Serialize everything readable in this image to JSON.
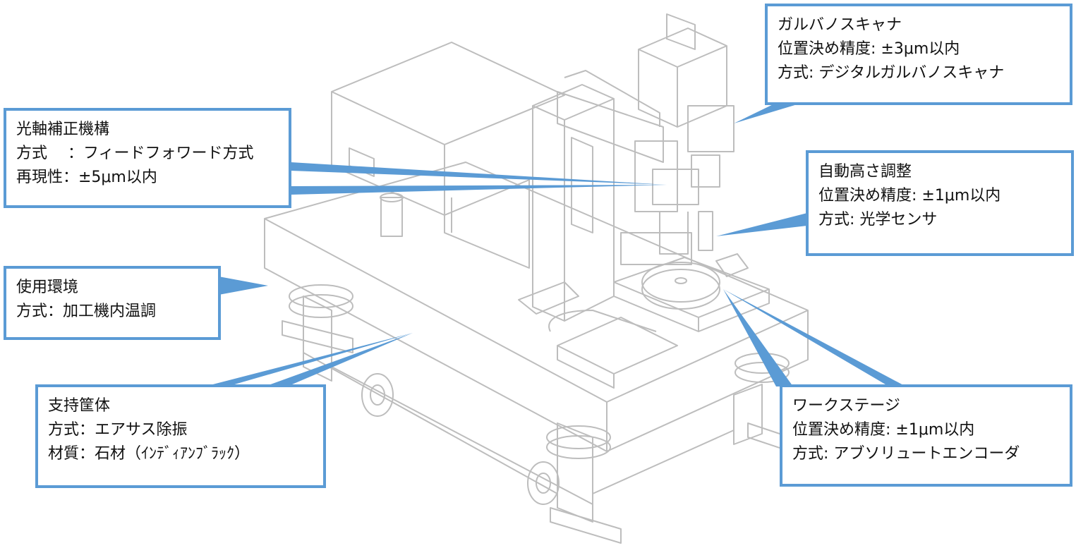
{
  "colors": {
    "callout_border": "#5b9bd5",
    "drawing_line": "#bdbdbd",
    "text": "#111111"
  },
  "callouts": {
    "galvo": {
      "lines": [
        "ガルバノスキャナ",
        "位置決め精度: ±3μm以内",
        "方式: デジタルガルバノスキャナ"
      ]
    },
    "optical_axis": {
      "lines": [
        "光軸補正機構",
        "方式　 ：フィードフォワード方式",
        "再現性：±5μm以内"
      ]
    },
    "auto_height": {
      "lines": [
        "自動高さ調整",
        "位置決め精度: ±1μm以内",
        "方式: 光学センサ"
      ]
    },
    "environment": {
      "lines": [
        "使用環境",
        "方式：加工機内温調"
      ]
    },
    "support_frame": {
      "lines": [
        "支持筐体",
        "方式：エアサス除振",
        "材質：石材（ｲﾝﾃﾞｨｱﾝﾌﾞﾗｯｸ）"
      ]
    },
    "work_stage": {
      "lines": [
        "ワークステージ",
        "位置決め精度: ±1μm以内",
        "方式: アブソリュートエンコーダ"
      ]
    }
  }
}
